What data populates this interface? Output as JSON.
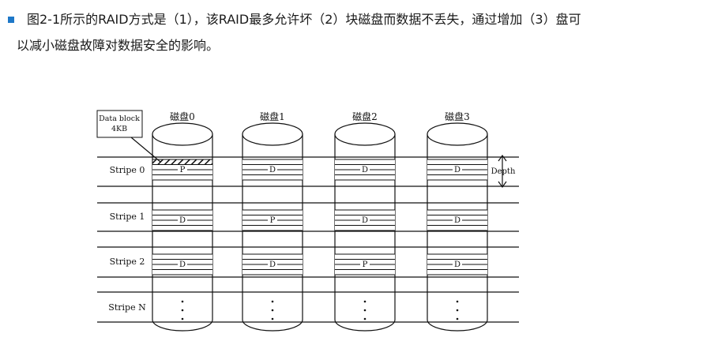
{
  "question": {
    "line1": "图2-1所示的RAID方式是（1），该RAID最多允许坏（2）块磁盘而数据不丢失，通过增加（3）盘可",
    "line2": "以减小磁盘故障对数据安全的影响。",
    "bullet_color": "#1e78c8"
  },
  "diagram": {
    "disks": [
      "磁盘0",
      "磁盘1",
      "磁盘2",
      "磁盘3"
    ],
    "data_block_label": [
      "Data block",
      "4KB"
    ],
    "depth_label": "Depth",
    "stripes": [
      {
        "label": "Stripe 0",
        "blocks": [
          "P",
          "D",
          "D",
          "D"
        ]
      },
      {
        "label": "Stripe 1",
        "blocks": [
          "D",
          "P",
          "D",
          "D"
        ]
      },
      {
        "label": "Stripe 2",
        "blocks": [
          "D",
          "D",
          "P",
          "D"
        ]
      },
      {
        "label": "Stripe N",
        "blocks": [
          ":",
          ":",
          ":",
          ":"
        ]
      }
    ]
  }
}
